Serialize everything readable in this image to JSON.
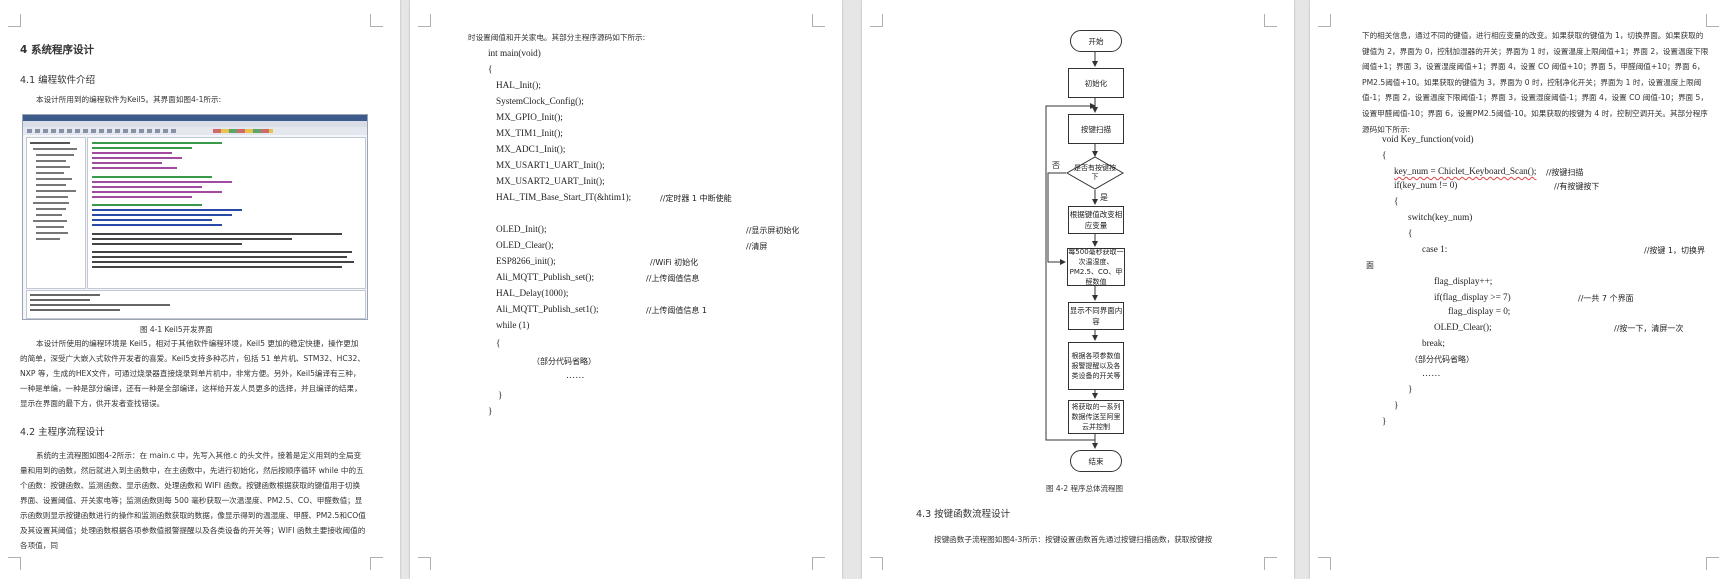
{
  "page1": {
    "heading_chapter": "4 系统程序设计",
    "heading_41": "4.1 编程软件介绍",
    "intro": "本设计所用到的编程软件为Keil5。其界面如图4-1所示:",
    "figure_caption": "图 4-1 Keil5开发界面",
    "body_para": "本设计所使用的编程环境是 Keil5，相对于其他软件编程环境，Keil5 更加的稳定快捷，操作更加的简单，深受广大嵌入式软件开发者的喜爱。Keil5支持多种芯片，包括 51 单片机、STM32、HC32、NXP 等，生成的HEX文件，可通过烧录器直接烧录到单片机中，非常方便。另外，Keil5编译有三种，一种是单编，一种是部分编译，还有一种是全部编译，这样给开发人员更多的选择，并且编译的结果，显示在界面的最下方，供开发者查找错误。",
    "heading_42": "4.2 主程序流程设计",
    "body_para2": "系统的主流程图如图4-2所示：在 main.c 中，先写入其他.c 的头文件，接着是定义用到的全局变量和用到的函数，然后就进入到主函数中，在主函数中，先进行初始化，然后按顺序循环 while 中的五个函数：按键函数、监测函数、显示函数、处理函数和 WIFI 函数。按键函数根据获取的键值用于切换界面、设置阈值、开关家电等；监测函数则每 500 毫秒获取一次温湿度、PM2.5、CO、甲醛数值；显示函数则显示按键函数进行的操作和监测函数获取的数据，像显示得到的温湿度、甲醛、PM2.5和CO值及其设置其阈值；处理函数根据各项参数值报警提醒以及各类设备的开关等；WIFI 函数主要接收阈值的各项值，同"
  },
  "page2": {
    "intro": "时设置阈值和开关家电。其部分主程序源码如下所示:",
    "code": [
      {
        "text": "int main(void)",
        "cmt": ""
      },
      {
        "text": "{",
        "cmt": ""
      },
      {
        "text": "HAL_Init();",
        "cmt": ""
      },
      {
        "text": "SystemClock_Config();",
        "cmt": ""
      },
      {
        "text": "MX_GPIO_Init();",
        "cmt": ""
      },
      {
        "text": "MX_TIM1_Init();",
        "cmt": ""
      },
      {
        "text": "MX_ADC1_Init();",
        "cmt": ""
      },
      {
        "text": "MX_USART1_UART_Init();",
        "cmt": ""
      },
      {
        "text": "MX_USART2_UART_Init();",
        "cmt": ""
      },
      {
        "text": "HAL_TIM_Base_Start_IT(&htim1);",
        "cmt": "//定时器 1 中断使能"
      },
      {
        "text": "",
        "cmt": ""
      },
      {
        "text": "OLED_Init();",
        "cmt": "//显示屏初始化"
      },
      {
        "text": "OLED_Clear();",
        "cmt": "//清屏"
      },
      {
        "text": "ESP8266_init();",
        "cmt": "//WiFi 初始化"
      },
      {
        "text": "Ali_MQTT_Publish_set();",
        "cmt": "//上传阈值信息"
      },
      {
        "text": "HAL_Delay(1000);",
        "cmt": ""
      },
      {
        "text": "Ali_MQTT_Publish_set1();",
        "cmt": "//上传阈值信息 1"
      },
      {
        "text": "while (1)",
        "cmt": ""
      },
      {
        "text": "{",
        "cmt": ""
      },
      {
        "text": "（部分代码省略）",
        "cmt": ""
      },
      {
        "text": "……",
        "cmt": ""
      },
      {
        "text": "",
        "cmt": ""
      },
      {
        "text": "}",
        "cmt": ""
      },
      {
        "text": "}",
        "cmt": ""
      }
    ]
  },
  "page3": {
    "flow": {
      "start": "开始",
      "init": "初始化",
      "scan": "按键扫描",
      "decision": "是否有按键按下",
      "yes": "是",
      "no": "否",
      "change": "根据键值改变相应变量",
      "monitor": "每500毫秒获取一次温湿度、PM2.5、CO、甲醛数值",
      "display": "显示不同界面内容",
      "alarm": "根据各项参数值报警提醒以及各类设备的开关等",
      "wifi": "将获取的一系列数据传送至阿里云并控制",
      "end": "结束"
    },
    "figure_caption": "图 4-2  程序总体流程图",
    "heading_43": "4.3 按键函数流程设计",
    "body_para": "按键函数子流程图如图4-3所示：按键设置函数首先通过按键扫描函数，获取按键按"
  },
  "page4": {
    "body_para": "下的相关信息，通过不同的键值，进行相应变量的改变。如果获取的键值为 1，切换界面。如果获取的键值为 2，界面为 0，控制加湿器的开关；界面为 1 时，设置温度上限阈值+1；界面 2，设置温度下限阈值+1；界面 3，设置湿度阈值+1；界面 4，设置 CO 阈值+10；界面 5，甲醛阈值+10；界面 6，PM2.5阈值+10。如果获取的键值为 3，界面为 0 时，控制净化开关；界面为 1 时，设置温度上限阈值-1；界面 2，设置温度下限阈值-1；界面 3，设置湿度阈值-1；界面 4，设置 CO 阈值-10；界面 5，设置甲醛阈值-10；界面 6，设置PM2.5阈值-10。如果获取的按键为 4 时，控制空调开关。其部分程序源码如下所示:",
    "code": [
      {
        "text": "void Key_function(void)",
        "cmt": ""
      },
      {
        "text": "{",
        "cmt": ""
      },
      {
        "text": "key_num = Chiclet_Keyboard_Scan();",
        "cmt": "//按键扫描"
      },
      {
        "text": "if(key_num != 0)",
        "cmt": "//有按键按下"
      },
      {
        "text": "{",
        "cmt": ""
      },
      {
        "text": "switch(key_num)",
        "cmt": ""
      },
      {
        "text": "{",
        "cmt": ""
      },
      {
        "text": "case 1:",
        "cmt": "//按键 1，切换界"
      },
      {
        "text": "面",
        "cmt": ""
      },
      {
        "text": "flag_display++;",
        "cmt": ""
      },
      {
        "text": "if(flag_display >= 7)",
        "cmt": "//一共 7 个界面"
      },
      {
        "text": "flag_display = 0;",
        "cmt": ""
      },
      {
        "text": "OLED_Clear();",
        "cmt": "//按一下，清屏一次"
      },
      {
        "text": "break;",
        "cmt": ""
      },
      {
        "text": "（部分代码省略）",
        "cmt": ""
      },
      {
        "text": "……",
        "cmt": ""
      },
      {
        "text": "}",
        "cmt": ""
      },
      {
        "text": "}",
        "cmt": ""
      },
      {
        "text": "}",
        "cmt": ""
      }
    ]
  }
}
